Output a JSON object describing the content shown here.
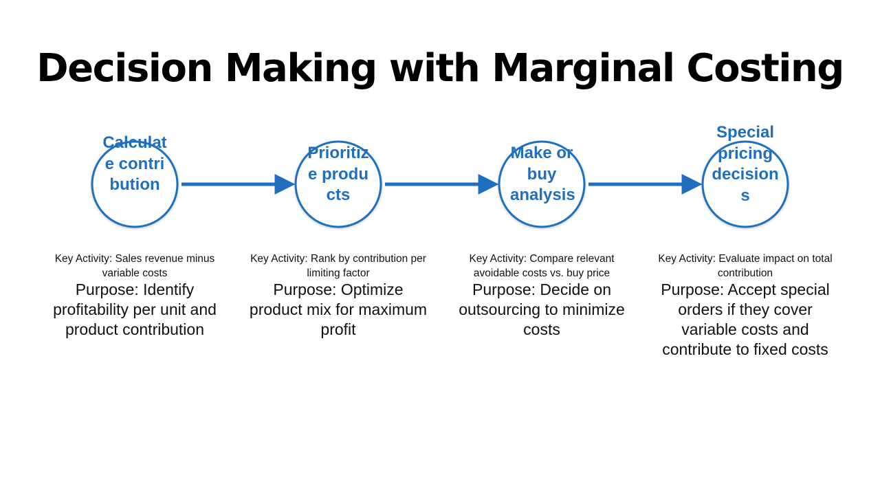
{
  "title": "Decision Making with Marginal Costing",
  "colors": {
    "accent": "#1f6fc0",
    "circle_fill": "#ffffff",
    "text": "#111111"
  },
  "steps": [
    {
      "label": "Calculate contribution",
      "activity": "Key Activity: Sales revenue minus variable costs",
      "purpose": "Purpose: Identify profitability per unit and product contribution"
    },
    {
      "label": "Prioritize products",
      "activity": "Key Activity: Rank by contribution per limiting factor",
      "purpose": "Purpose: Optimize product mix for maximum profit"
    },
    {
      "label": "Make or buy analysis",
      "activity": "Key Activity: Compare relevant avoidable costs vs. buy price",
      "purpose": "Purpose: Decide on outsourcing to minimize costs"
    },
    {
      "label": "Special pricing decisions",
      "activity": "Key Activity: Evaluate impact on total contribution",
      "purpose": "Purpose: Accept special orders if they cover variable costs and contribute to fixed costs"
    }
  ]
}
